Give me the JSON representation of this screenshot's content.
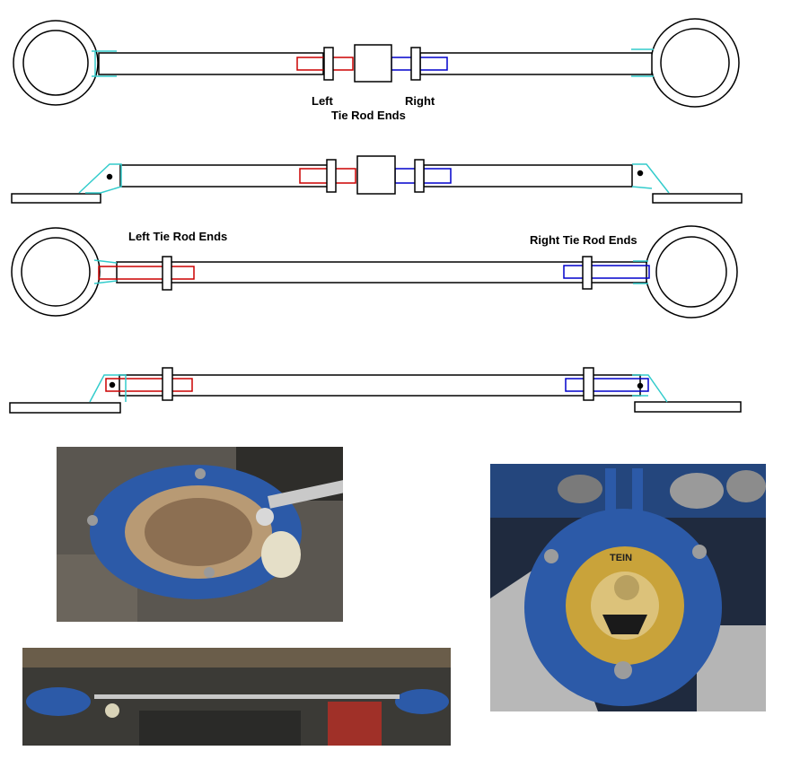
{
  "labels": {
    "left": "Left",
    "right": "Right",
    "tie_rod_ends": "Tie Rod Ends",
    "left_tie_rod_ends": "Left Tie Rod Ends",
    "right_tie_rod_ends": "Right Tie Rod Ends"
  },
  "photos": {
    "tein_badge": "TEIN"
  },
  "colors": {
    "outline": "#000000",
    "left_rod_end": "#cc0000",
    "right_rod_end": "#0000cc",
    "bracket": "#33cccc",
    "mount_blue": "#2c5aa8",
    "mount_gold": "#c9a33a",
    "engine_dark": "#3a3a3a"
  }
}
